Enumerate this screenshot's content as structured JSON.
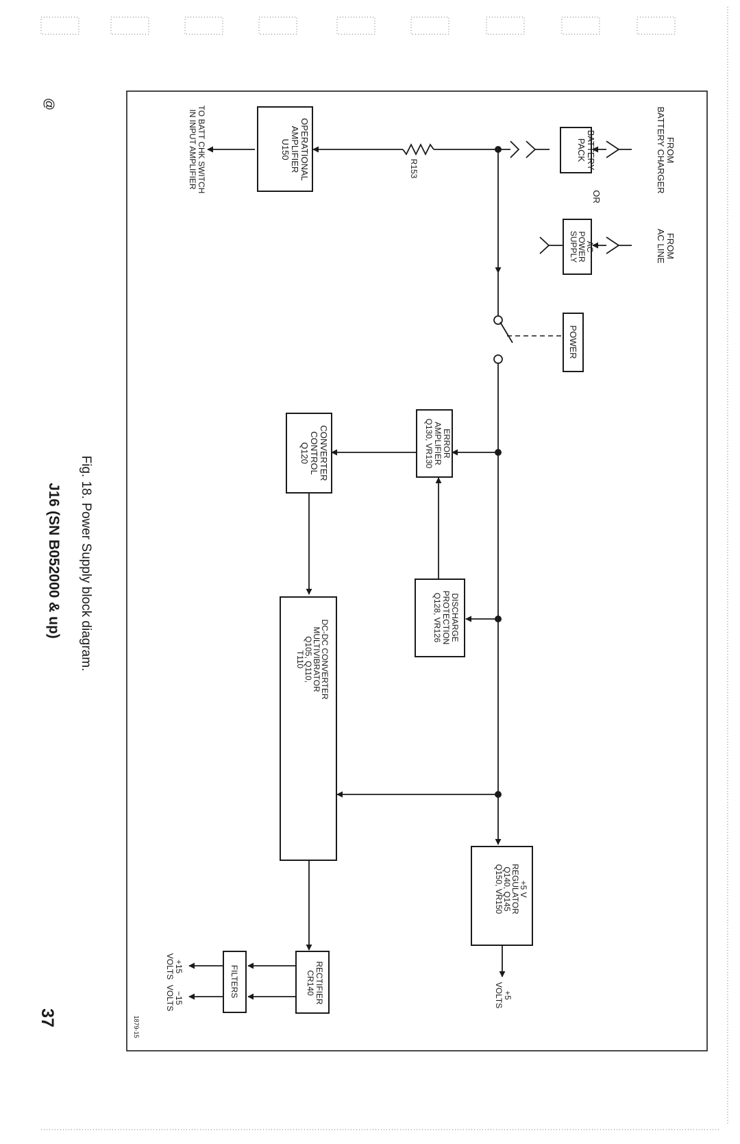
{
  "diagram": {
    "inputs": {
      "battery_from_1": "FROM",
      "battery_from_2": "BATTERY CHARGER",
      "ac_from_1": "FROM",
      "ac_from_2": "AC LINE",
      "or": "OR"
    },
    "blocks": {
      "battery_pack_1": "BATTERY",
      "battery_pack_2": "PACK",
      "ac_power_1": "AC",
      "ac_power_2": "POWER",
      "ac_power_3": "SUPPLY",
      "power_switch": "POWER",
      "opamp_1": "OPERATIONAL",
      "opamp_2": "AMPLIFIER",
      "opamp_3": "U150",
      "error_1": "ERROR",
      "error_2": "AMPLIFIER",
      "error_3": "Q130, VR130",
      "conv_ctrl_1": "CONVERTER",
      "conv_ctrl_2": "CONTROL",
      "conv_ctrl_3": "Q120",
      "discharge_1": "DISCHARGE",
      "discharge_2": "PROTECTION",
      "discharge_3": "Q128, VR126",
      "dcdc_1": "DC-DC CONVERTER",
      "dcdc_2": "MULTIVIBRATOR",
      "dcdc_3": "Q105, Q110,",
      "dcdc_4": "T110",
      "reg_1": "+5 V",
      "reg_2": "REGULATOR",
      "reg_3": "Q140, Q145",
      "reg_4": "Q150, VR150",
      "rect_1": "RECTIFIER",
      "rect_2": "CR140",
      "filters": "FILTERS"
    },
    "labels": {
      "resistor": "R153",
      "batt_out_1": "TO BATT CHK SWITCH",
      "batt_out_2": "IN INPUT AMPLIFIER",
      "out5_1": "+5",
      "out5_2": "VOLTS",
      "out15p_1": "+15",
      "out15p_2": "VOLTS",
      "out15n_1": "−15",
      "out15n_2": "VOLTS",
      "drawing_no": "1879-15"
    },
    "caption": {
      "title": "Fig. 18.  Power Supply block diagram.",
      "subtitle": "J16 (SN B052000 & up)"
    },
    "page": {
      "number": "37",
      "mark": "@"
    }
  }
}
